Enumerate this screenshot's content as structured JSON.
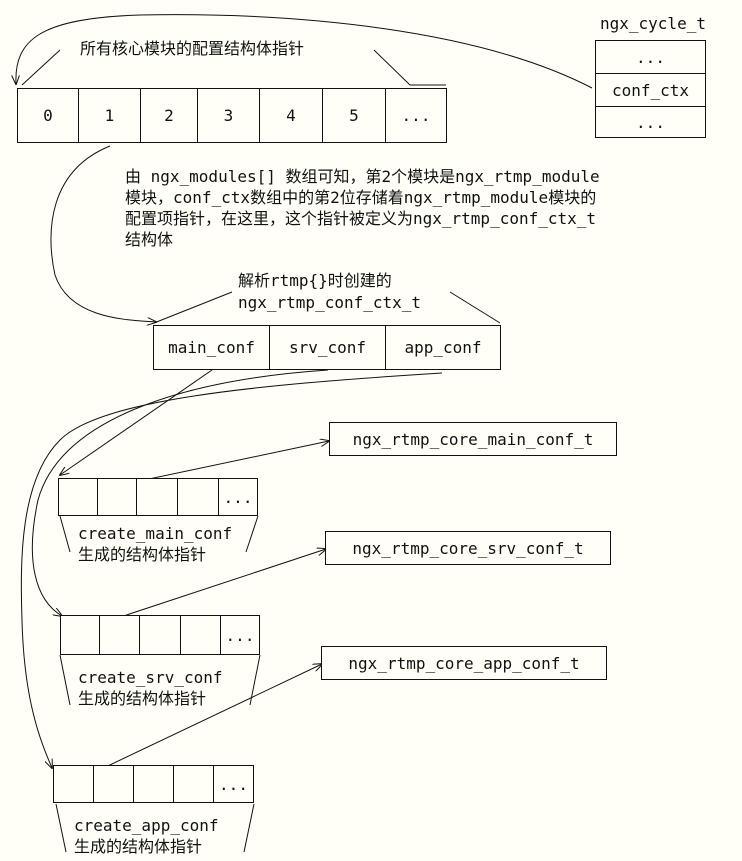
{
  "cycle": {
    "title": "ngx_cycle_t",
    "cells": [
      "...",
      "conf_ctx",
      "..."
    ]
  },
  "top_array": {
    "label": "所有核心模块的配置结构体指针",
    "cells": [
      "0",
      "1",
      "2",
      "3",
      "4",
      "5",
      "..."
    ]
  },
  "note": {
    "lines": [
      "由 ngx_modules[] 数组可知，第2个模块是ngx_rtmp_module",
      "模块，conf_ctx数组中的第2位存储着ngx_rtmp_module模块的",
      "配置项指针，在这里，这个指针被定义为ngx_rtmp_conf_ctx_t",
      "结构体"
    ]
  },
  "ctx": {
    "label_line1": "解析rtmp{}时创建的",
    "label_line2": "ngx_rtmp_conf_ctx_t",
    "cells": [
      "main_conf",
      "srv_conf",
      "app_conf"
    ]
  },
  "groups": [
    {
      "cells": [
        "",
        "",
        "",
        "",
        "..."
      ],
      "caption1": "create_main_conf",
      "caption2": "生成的结构体指针",
      "target": "ngx_rtmp_core_main_conf_t"
    },
    {
      "cells": [
        "",
        "",
        "",
        "",
        "..."
      ],
      "caption1": "create_srv_conf",
      "caption2": "生成的结构体指针",
      "target": "ngx_rtmp_core_srv_conf_t"
    },
    {
      "cells": [
        "",
        "",
        "",
        "",
        "..."
      ],
      "caption1": "create_app_conf",
      "caption2": "生成的结构体指针",
      "target": "ngx_rtmp_core_app_conf_t"
    }
  ]
}
